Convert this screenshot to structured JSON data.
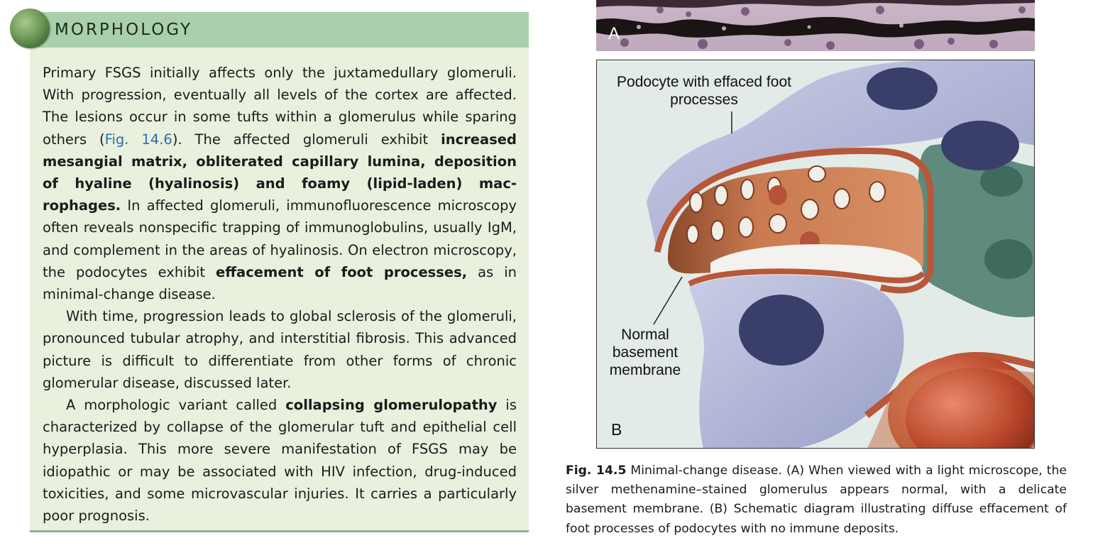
{
  "morphology": {
    "title": "MORPHOLOGY",
    "p1": {
      "s1": "Primary FSGS initially affects only the juxtamedullary glomeruli. With progression, eventually all levels of the cortex are affected. The lesions occur in some tufts within a glomerulus while sparing others (",
      "fig_ref": "Fig. 14.6",
      "s2": "). The affected glomeruli exhibit ",
      "b1": "increased mesangial matrix, obliterated capillary lumina, deposi­tion of hyaline (hyalinosis) and foamy (lipid-laden) mac­rophages.",
      "s3": " In affected glomeruli, immunofluorescence microscopy often reveals nonspecific trapping of immunoglobulins, usually IgM, and complement in the areas of hyalinosis. On electron microscopy, the podocytes exhibit ",
      "b2": "effacement of foot pro­cesses,",
      "s4": " as in minimal-change disease."
    },
    "p2": "With time, progression leads to global sclerosis of the glom­eruli, pronounced tubular atrophy, and interstitial fibrosis. This advanced picture is difficult to differentiate from other forms of chronic glomerular disease, discussed later.",
    "p3": {
      "s1": "A morphologic variant called ",
      "b1": "collapsing glomerulopathy",
      "s2": " is characterized by collapse of the glomerular tuft and epithelial cell hyperplasia. This more severe manifestation of FSGS may be idiopathic or may be associated with HIV infection, drug-induced toxicities, and some microvascular injuries. It carries a particu­larly poor prognosis."
    }
  },
  "figure": {
    "panel_a_label": "A",
    "panel_b_label": "B",
    "label_podocyte": "Podocyte with effaced foot processes",
    "label_membrane": "Normal basement membrane",
    "caption_number": "Fig. 14.5",
    "caption_text": "Minimal-change disease. (A) When viewed with a light microscope, the silver methenamine–stained glomerulus appears normal, with a delicate basement membrane. (B) Schematic diagram illustrating diffuse effacement of foot processes of podocytes with no immune deposits."
  }
}
